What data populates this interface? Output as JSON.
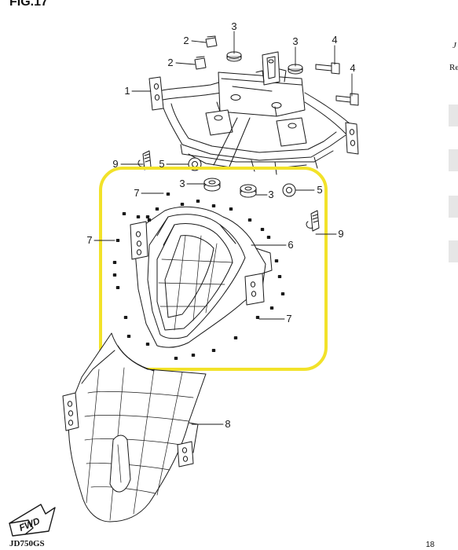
{
  "figure": {
    "title": "FIG.17"
  },
  "footer": {
    "model": "JD750GS",
    "page_number": "18",
    "fwd_logo": "FWD"
  },
  "side_fragments": {
    "top": "J",
    "second": "Re"
  },
  "callouts": [
    {
      "id": "c2a",
      "label": "2"
    },
    {
      "id": "c2b",
      "label": "2"
    },
    {
      "id": "c3a",
      "label": "3"
    },
    {
      "id": "c3b",
      "label": "3"
    },
    {
      "id": "c4a",
      "label": "4"
    },
    {
      "id": "c4b",
      "label": "4"
    },
    {
      "id": "c1",
      "label": "1"
    },
    {
      "id": "c9a",
      "label": "9"
    },
    {
      "id": "c5a",
      "label": "5"
    },
    {
      "id": "c3c",
      "label": "3"
    },
    {
      "id": "c3d",
      "label": "3"
    },
    {
      "id": "c5b",
      "label": "5"
    },
    {
      "id": "c7a",
      "label": "7"
    },
    {
      "id": "c7b",
      "label": "7"
    },
    {
      "id": "c6",
      "label": "6"
    },
    {
      "id": "c9b",
      "label": "9"
    },
    {
      "id": "c7c",
      "label": "7"
    },
    {
      "id": "c8",
      "label": "8"
    }
  ],
  "colors": {
    "highlight": "#f2e229",
    "line": "#1a1a1a",
    "part_fill": "#ffffff"
  }
}
